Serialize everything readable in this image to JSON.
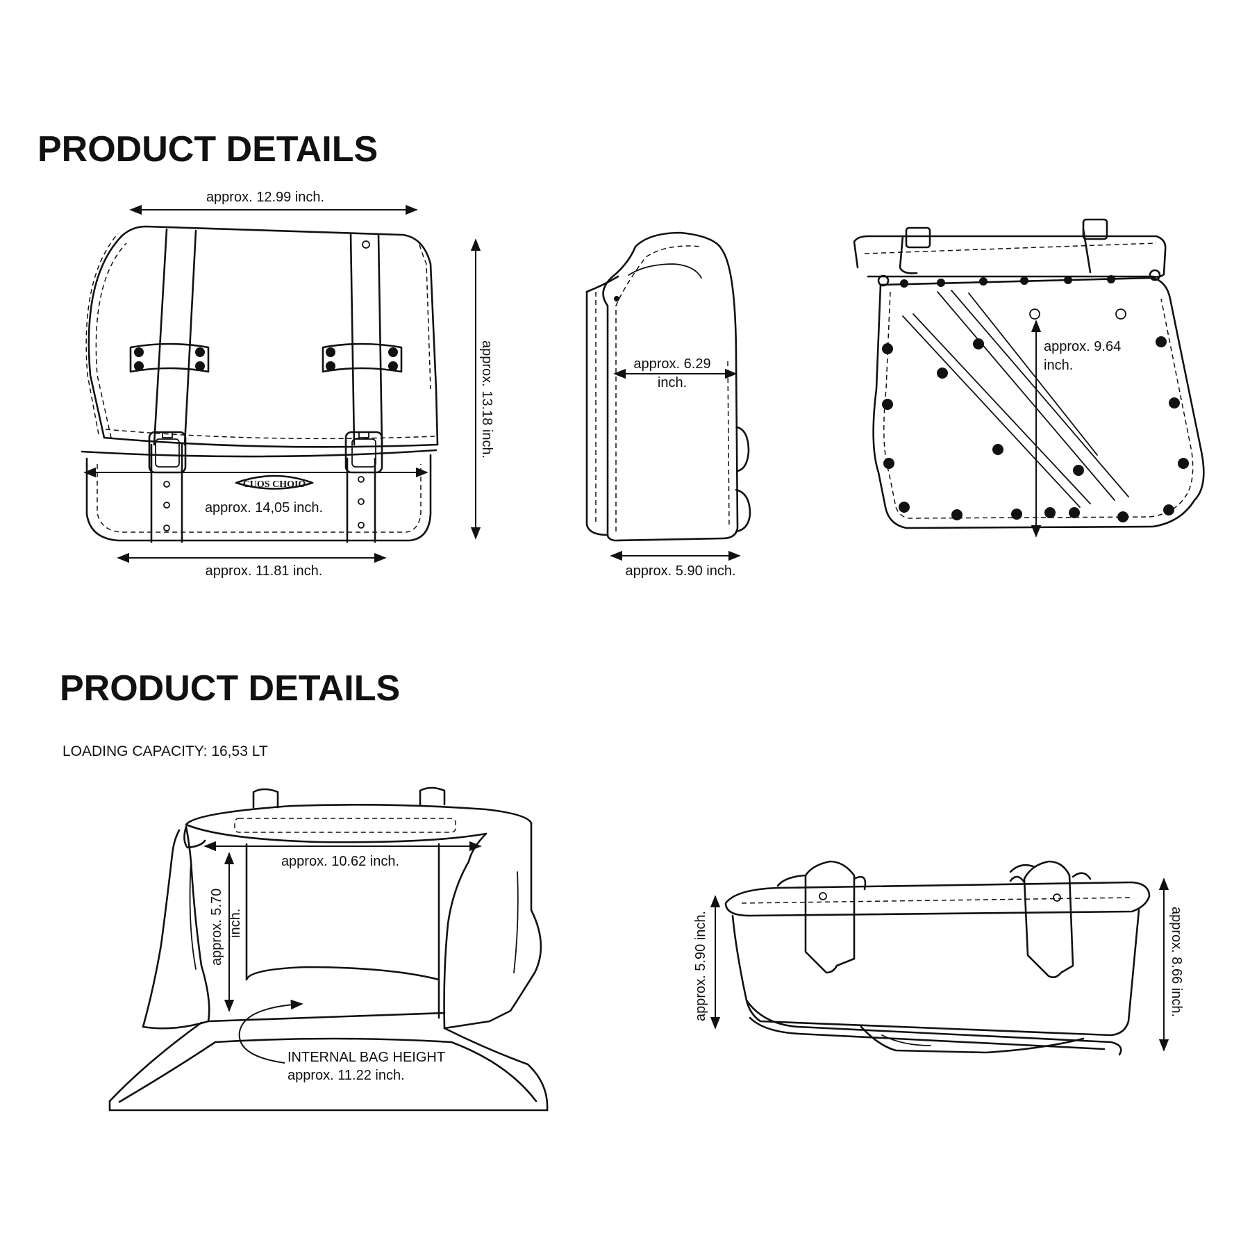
{
  "sections": [
    {
      "title": "PRODUCT DETAILS",
      "front_view": {
        "top_width": "approx. 12.99 inch.",
        "height": "approx. 13.18 inch.",
        "mid_width": "approx. 14,05 inch.",
        "bottom_width": "approx. 11.81 inch.",
        "logo_text": "CUOS CHOIO"
      },
      "side_view": {
        "depth_line1": "approx. 6.29",
        "depth_line2": "inch.",
        "bottom_depth": "approx. 5.90 inch."
      },
      "back_view": {
        "height_line1": "approx. 9.64",
        "height_line2": "inch."
      }
    },
    {
      "title": "PRODUCT DETAILS",
      "loading_capacity": "LOADING CAPACITY: 16,53 LT",
      "open_view": {
        "inner_width": "approx. 10.62 inch.",
        "inner_depth_line1": "approx. 5.70",
        "inner_depth_line2": "inch.",
        "internal_label": "INTERNAL BAG HEIGHT",
        "internal_value": "approx. 11.22 inch."
      },
      "top_view": {
        "left_height": "approx. 5.90 inch.",
        "right_height": "approx. 8.66 inch."
      }
    }
  ]
}
